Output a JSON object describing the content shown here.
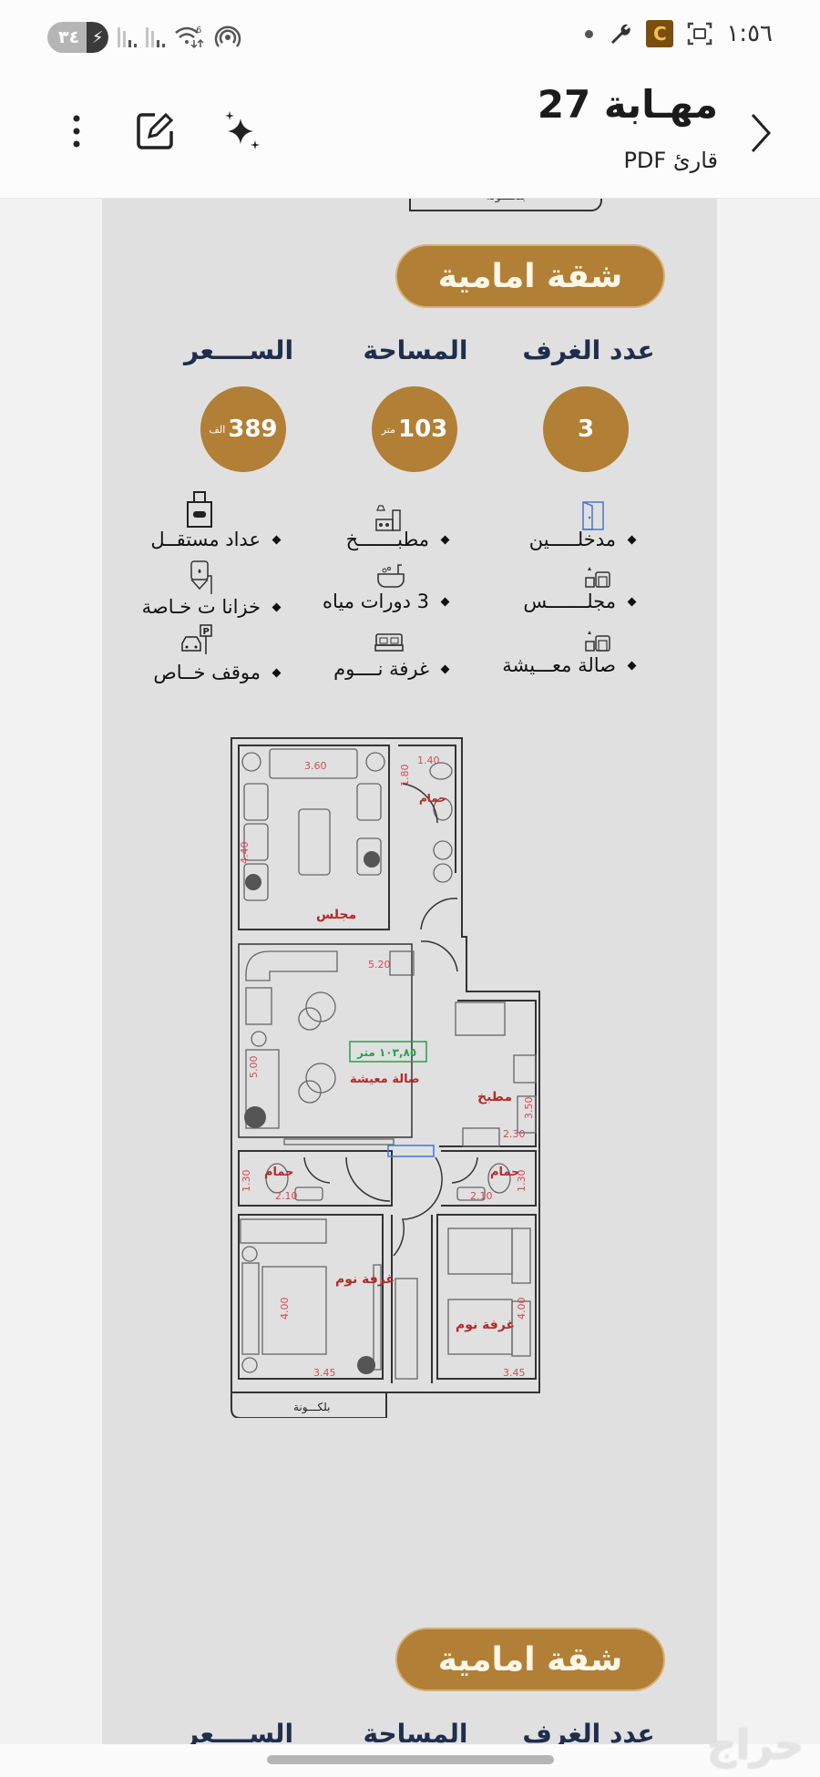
{
  "status_bar": {
    "battery_level": "٣٤",
    "charging_icon": "lightning-icon",
    "time": "١:٥٦",
    "left_icons": [
      "signal-sim1-icon",
      "signal-sim2-icon",
      "wifi-6-icon",
      "hotspot-icon"
    ],
    "right_icons": [
      "notification-dot-icon",
      "wrench-icon",
      "app-badge-icon",
      "screenshot-icon"
    ],
    "app_badge_letter": "C"
  },
  "app_bar": {
    "title": "مهـابة 27",
    "subtitle": "قارئ PDF",
    "back_icon": "chevron-right-icon",
    "actions": [
      "sparkle-ai-icon",
      "edit-icon",
      "more-vert-icon"
    ]
  },
  "document": {
    "top_balcony_label": "بلكـــونة",
    "sections": [
      {
        "heading": "شقة امامية",
        "stats": [
          {
            "label": "عدد الغرف",
            "value": "3",
            "unit": ""
          },
          {
            "label": "المساحة",
            "value": "103",
            "unit": "متر"
          },
          {
            "label": "الســــعر",
            "value": "389",
            "unit": "الف"
          }
        ],
        "features": [
          {
            "label": "مدخلـــــين",
            "icon": "door-icon"
          },
          {
            "label": "مطبـــــــخ",
            "icon": "kitchen-icon"
          },
          {
            "label": "عداد مستقــل",
            "icon": "meter-icon"
          },
          {
            "label": "مجلـــــــس",
            "icon": "armchair-icon"
          },
          {
            "label": "3 دورات مياه",
            "icon": "bathtub-icon"
          },
          {
            "label": "خزانا ت خـاصة",
            "icon": "water-tank-icon"
          },
          {
            "label": "صالة معـــيشة",
            "icon": "armchair-icon"
          },
          {
            "label": "غرفة نــــوم",
            "icon": "bed-icon"
          },
          {
            "label": "موقف خــاص",
            "icon": "parking-icon"
          }
        ],
        "floor_plan": {
          "rooms": {
            "majlis": "مجلس",
            "bath_top": "حمام",
            "living": "صالة معيشة",
            "kitchen": "مطبخ",
            "bath_left": "حمام",
            "bath_right": "حمام",
            "bedroom_left": "غرفة نوم",
            "bedroom_right": "غرفة نوم",
            "balcony": "بلكـــونة"
          },
          "area_box": "١٠٣,٨٥ متر",
          "dimensions": {
            "majlis_w": "3.60",
            "majlis_h": "4.40",
            "bath_top_w": "1.40",
            "bath_top_h": "1.80",
            "living_w": "5.20",
            "living_h": "5.00",
            "kitchen_w": "2.30",
            "kitchen_h": "3.50",
            "bath_left_h": "1.30",
            "bath_left_w": "2.10",
            "bath_right_h": "1.30",
            "bath_right_w": "2.10",
            "bed_left_w": "3.45",
            "bed_left_h": "4.00",
            "bed_right_w": "3.45",
            "bed_right_h": "4.00"
          }
        }
      },
      {
        "heading": "شقة امامية",
        "stats": [
          {
            "label": "عدد الغرف"
          },
          {
            "label": "المساحة"
          },
          {
            "label": "الســــعر"
          }
        ]
      }
    ]
  },
  "watermark": "حراج",
  "colors": {
    "gold": "#b17f35",
    "navy": "#1f2e4d",
    "plan_red": "#b32a2a",
    "area_green": "#2e9e4a"
  }
}
